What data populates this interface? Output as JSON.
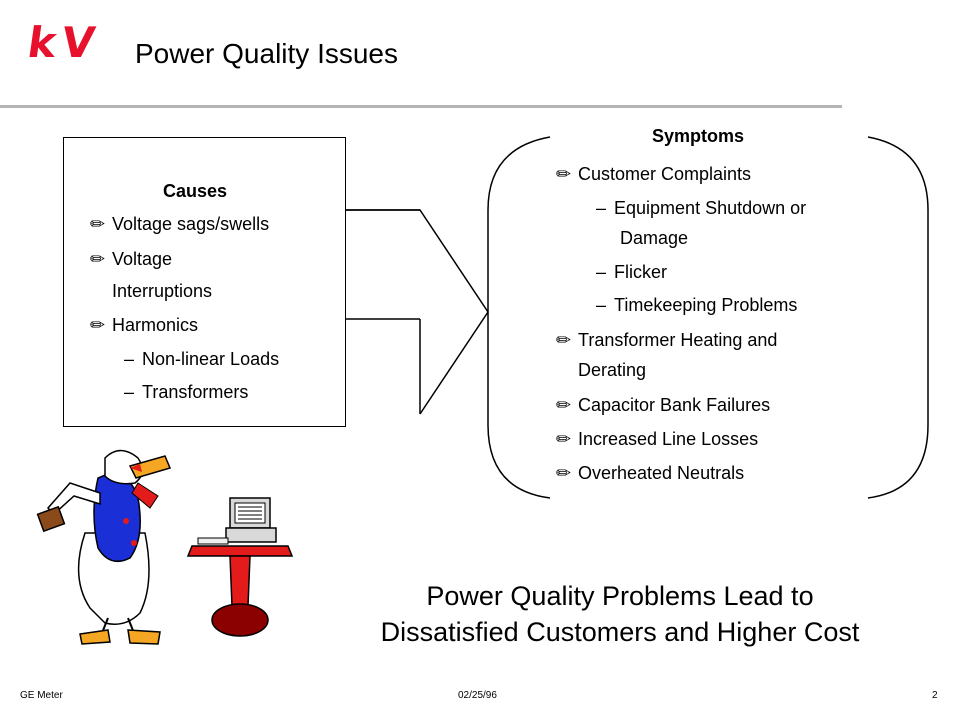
{
  "slide": {
    "logo": "kV",
    "title": "Power Quality Issues"
  },
  "causes": {
    "heading": "Causes",
    "items": [
      {
        "bullet": "pencil-icon",
        "text": "Voltage sags/swells"
      },
      {
        "bullet": "pencil-icon",
        "text": "Voltage"
      },
      {
        "bullet": "",
        "text": "Interruptions"
      },
      {
        "bullet": "pencil-icon",
        "text": "Harmonics"
      },
      {
        "bullet": "dash",
        "text": "Non-linear Loads"
      },
      {
        "bullet": "dash",
        "text": "Transformers"
      }
    ]
  },
  "symptoms": {
    "heading": "Symptoms",
    "items": [
      {
        "bullet": "pencil-icon",
        "text": "Customer Complaints"
      },
      {
        "bullet": "dash",
        "text": "Equipment Shutdown or"
      },
      {
        "bullet": "",
        "text": "Damage"
      },
      {
        "bullet": "dash",
        "text": "Flicker"
      },
      {
        "bullet": "dash",
        "text": "Timekeeping Problems"
      },
      {
        "bullet": "pencil-icon",
        "text": "Transformer Heating and"
      },
      {
        "bullet": "",
        "text": "Derating"
      },
      {
        "bullet": "pencil-icon",
        "text": "Capacitor Bank Failures"
      },
      {
        "bullet": "pencil-icon",
        "text": "Increased Line Losses"
      },
      {
        "bullet": "pencil-icon",
        "text": "Overheated Neutrals"
      }
    ]
  },
  "headline": {
    "line1": "Power Quality Problems Lead to",
    "line2": "Dissatisfied Customers and Higher Cost"
  },
  "footer": {
    "left": "GE Meter",
    "center": "02/25/96",
    "page": "2"
  },
  "dash_glyph": "–",
  "colors": {
    "logo": "#e8112d",
    "rule": "#b4b4b4",
    "duck_jacket": "#1a2fd6",
    "table_red": "#e41b1b",
    "table_base": "#8b0000"
  }
}
